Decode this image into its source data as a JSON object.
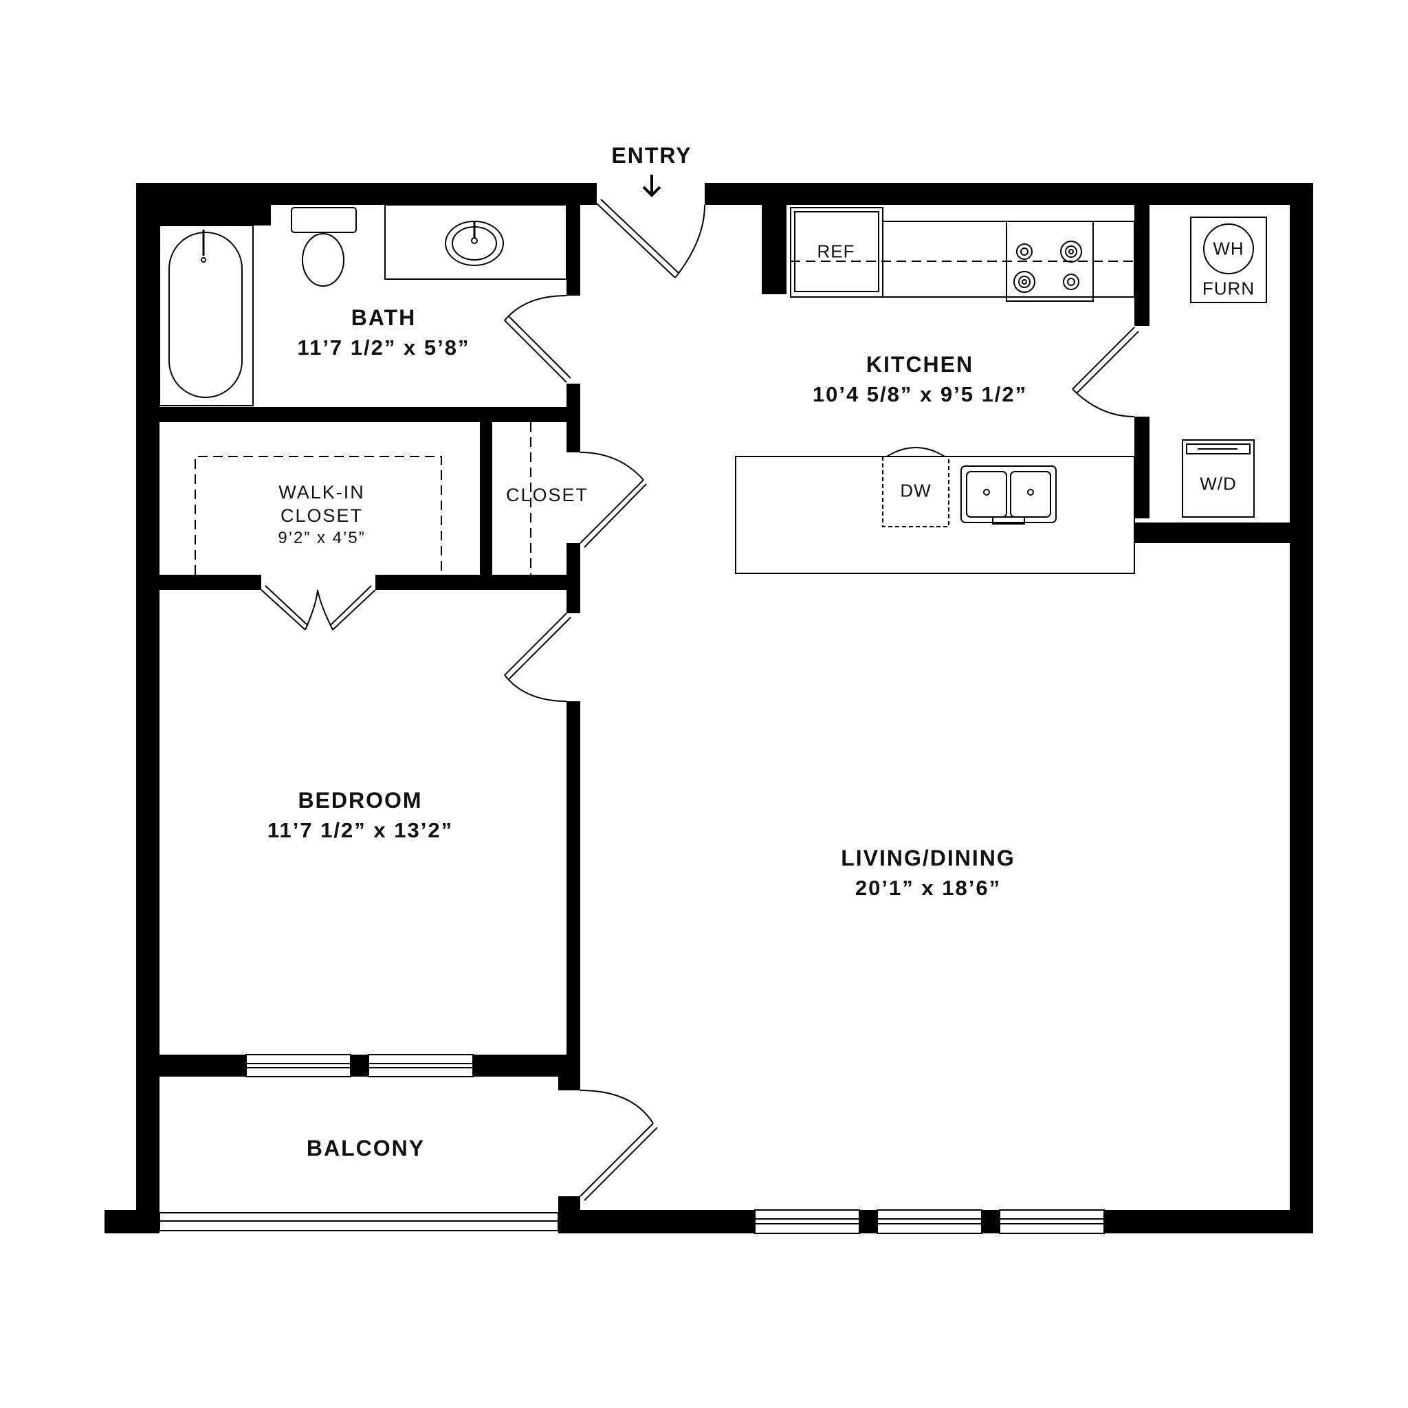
{
  "entry": {
    "label": "ENTRY"
  },
  "rooms": {
    "bath": {
      "name": "BATH",
      "dims": "11’7 1/2” x 5’8”"
    },
    "kitchen": {
      "name": "KITCHEN",
      "dims": "10’4 5/8” x 9’5 1/2”"
    },
    "walk_in_closet": {
      "name_line1": "WALK-IN",
      "name_line2": "CLOSET",
      "dims": "9’2” x 4’5”"
    },
    "closet": {
      "name": "CLOSET"
    },
    "bedroom": {
      "name": "BEDROOM",
      "dims": "11’7 1/2” x 13’2”"
    },
    "living_dining": {
      "name": "LIVING/DINING",
      "dims": "20’1” x 18’6”"
    },
    "balcony": {
      "name": "BALCONY"
    }
  },
  "fixtures": {
    "refrigerator": "REF",
    "water_heater": "WH",
    "furnace": "FURN",
    "dishwasher": "DW",
    "washer_dryer": "W/D"
  }
}
